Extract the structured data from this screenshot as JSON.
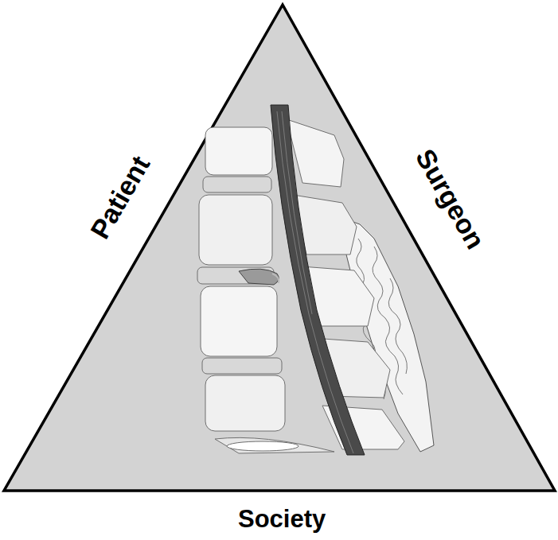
{
  "diagram": {
    "labels": [
      "Patient",
      "Surgeon",
      "Society"
    ]
  }
}
